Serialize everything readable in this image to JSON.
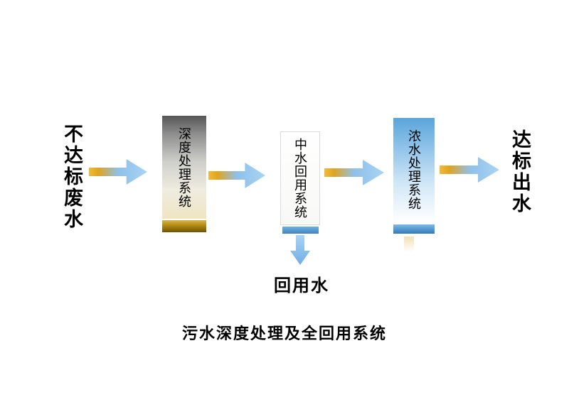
{
  "diagram": {
    "caption": "污水深度处理及全回用系统",
    "input_label": "不达标废水",
    "output_label": "达标出水",
    "reuse_label": "回用水",
    "boxes": [
      {
        "id": "deep-treatment-system",
        "label": "深度处理系统"
      },
      {
        "id": "reclaimed-water-reuse-system",
        "label": "中水回用系统"
      },
      {
        "id": "concentrate-treatment-system",
        "label": "浓水处理系统"
      }
    ],
    "colors": {
      "arrow_gradient_start": "#EFB32F",
      "arrow_gradient_end": "#A8D4F4",
      "box1_top": "#565656",
      "box1_bottom": "#EFE5C2",
      "box1_bar": "#B08A14",
      "box2_bar": "#4E97D1",
      "box3_top": "#5AA5DA",
      "box3_bar": "#3F85C0",
      "down_arrow": "#7FB9E9"
    }
  }
}
